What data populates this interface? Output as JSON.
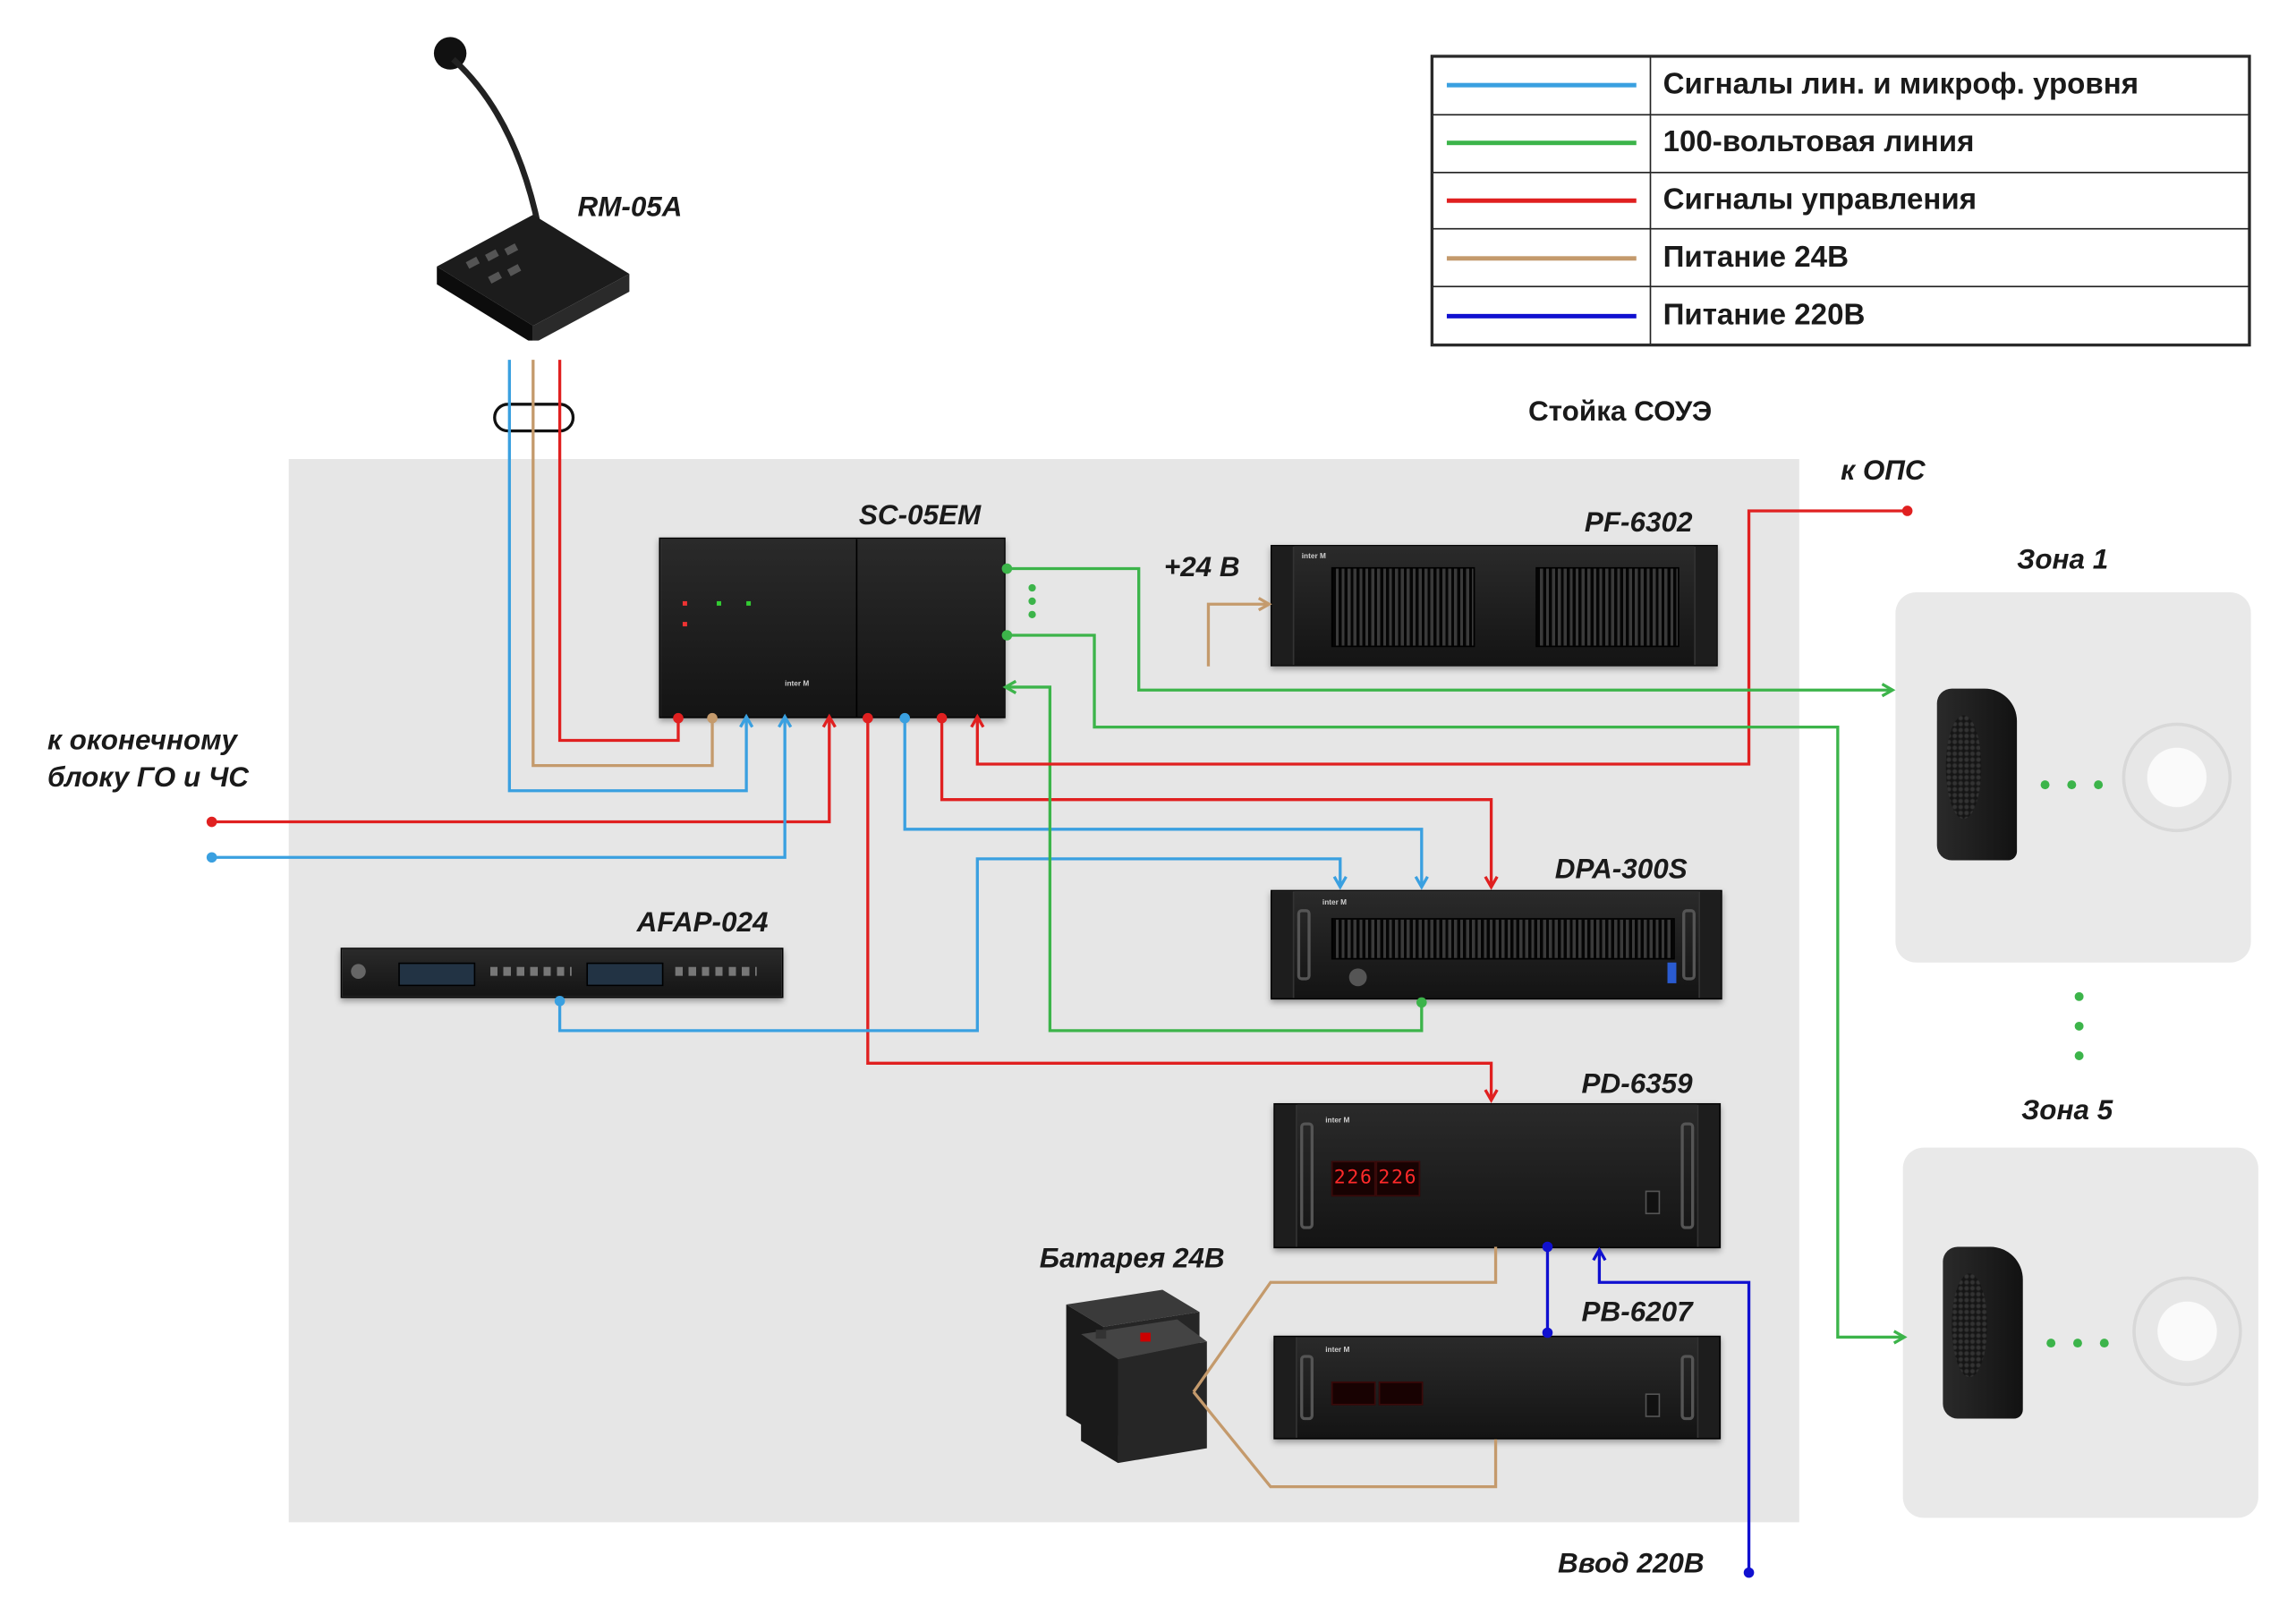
{
  "legend": [
    {
      "label": "Сигналы лин. и микроф. уровня",
      "color": "#3aa0e0"
    },
    {
      "label": "100-вольтовая линия",
      "color": "#3cb44a"
    },
    {
      "label": "Сигналы управления",
      "color": "#e02020"
    },
    {
      "label": "Питание 24В",
      "color": "#c49a6c"
    },
    {
      "label": "Питание 220В",
      "color": "#1010d0"
    }
  ],
  "rack_title": "Стойка СОУЭ",
  "devices": {
    "rm05a": "RM-05A",
    "sc05em": "SC-05EM",
    "pf6302": "PF-6302",
    "dpa300s": "DPA-300S",
    "afap024": "AFAP-024",
    "pd6359": "PD-6359",
    "pb6207": "PB-6207",
    "battery": "Батарея 24В"
  },
  "labels": {
    "plus24": "+24 В",
    "k_ops": "к ОПС",
    "terminal_line1": "к оконечному",
    "terminal_line2": "блоку ГО и ЧС",
    "input220": "Ввод 220В",
    "zone1": "Зона 1",
    "zone5": "Зона 5"
  },
  "displays": {
    "pd_left": "226",
    "pd_right": "226"
  },
  "colors": {
    "blue": "#3aa0e0",
    "green": "#3cb44a",
    "red": "#e02020",
    "tan": "#c49a6c",
    "navy": "#1010d0"
  }
}
